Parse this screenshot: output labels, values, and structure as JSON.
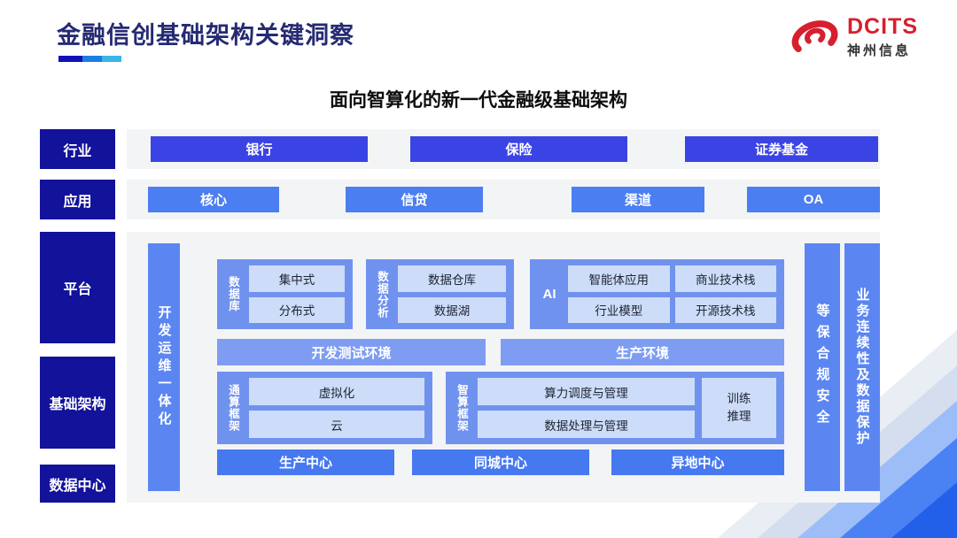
{
  "header": {
    "title": "金融信创基础架构关键洞察",
    "subtitle": "面向智算化的新一代金融级基础架构",
    "logo_brand": "DCITS",
    "logo_company": "神州信息"
  },
  "rail": {
    "industry": "行业",
    "application": "应用",
    "platform": "平台",
    "infrastructure": "基础架构",
    "datacenter": "数据中心"
  },
  "industry_row": {
    "items": [
      "银行",
      "保险",
      "证券基金"
    ]
  },
  "application_row": {
    "items": [
      "核心",
      "信贷",
      "渠道",
      "OA"
    ]
  },
  "devops_bar": "开发运维一体化",
  "security_bar": "等保合规安全",
  "continuity_bar": "业务连续性及数据保护",
  "platform_groups": {
    "database": {
      "label": "数据库",
      "items": [
        "集中式",
        "分布式"
      ]
    },
    "analytics": {
      "label": "数据分析",
      "items": [
        "数据仓库",
        "数据湖"
      ]
    },
    "ai": {
      "label": "AI",
      "items": [
        "智能体应用",
        "商业技术栈",
        "行业模型",
        "开源技术栈"
      ]
    }
  },
  "environments": {
    "dev_test": "开发测试环境",
    "production": "生产环境"
  },
  "infra_groups": {
    "general_compute": {
      "label": "通算框架",
      "items": [
        "虚拟化",
        "云"
      ]
    },
    "ai_compute": {
      "label": "智算框架",
      "items": [
        "算力调度与管理",
        "数据处理与管理"
      ],
      "train_box": [
        "训练",
        "推理"
      ]
    }
  },
  "datacenters": {
    "items": [
      "生产中心",
      "同城中心",
      "异地中心"
    ]
  },
  "colors": {
    "navy_label": "#12129b",
    "industry_box": "#3a44e4",
    "app_box": "#4b7ef0",
    "group_box": "#7092ef",
    "inner_box": "#cddcf8",
    "env_bar": "#7e9df2",
    "center_box": "#4678f0",
    "side_bar": "#5b86f2",
    "title_navy": "#252a72",
    "logo_red": "#d71f2e",
    "underline": [
      "#1013b4",
      "#1e7de2",
      "#3ab5e8"
    ]
  }
}
